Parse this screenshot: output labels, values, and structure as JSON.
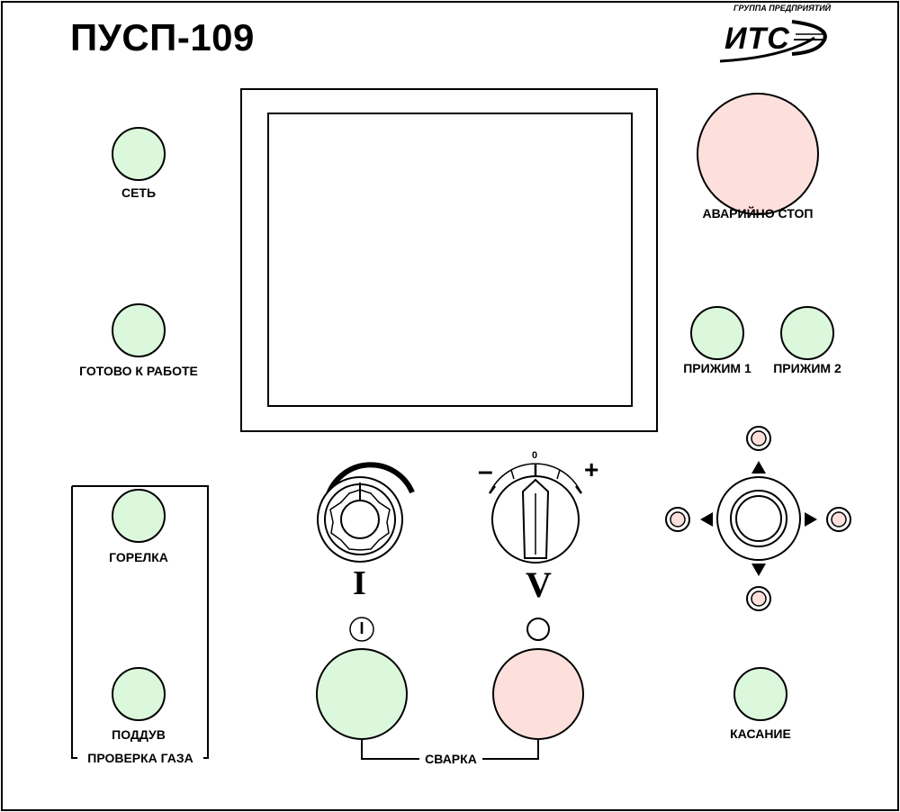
{
  "header": {
    "title": "ПУСП-109",
    "logo_caption": "ГРУППА ПРЕДПРИЯТИЙ",
    "logo_text": "ИТС"
  },
  "indicators": {
    "network": "СЕТЬ",
    "ready": "ГОТОВО К РАБОТЕ",
    "torch": "ГОРЕЛКА",
    "purge": "ПОДДУВ",
    "gas_check_group": "ПРОВЕРКА ГАЗА",
    "clamp1": "ПРИЖИМ 1",
    "clamp2": "ПРИЖИМ 2",
    "touch": "КАСАНИЕ"
  },
  "emergency": {
    "label": "АВАРИЙНО СТОП"
  },
  "knobs": {
    "current_symbol": "I",
    "voltage_symbol": "V",
    "voltage_minus": "–",
    "voltage_zero": "0",
    "voltage_plus": "+"
  },
  "welding": {
    "group_label": "СВАРКА",
    "start_symbol": "I",
    "stop_symbol": "O"
  },
  "colors": {
    "green_lamp": "#dcf8dc",
    "pink_button": "#fde0dc",
    "stroke": "#000000",
    "background": "#ffffff"
  }
}
